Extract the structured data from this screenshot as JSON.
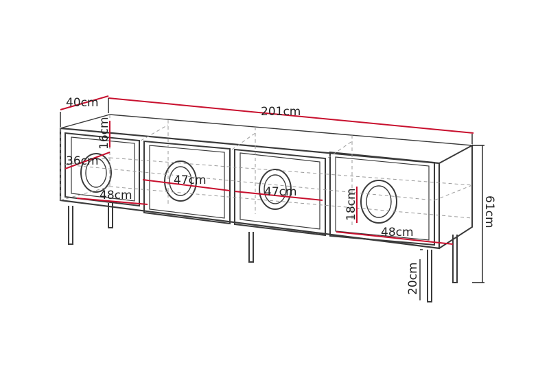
{
  "diagram": {
    "colors": {
      "outline": "#3a3a3a",
      "hidden_line": "#9a9a9a",
      "dimension": "#c8102e",
      "dimension_aux": "#222222",
      "background": "#ffffff"
    },
    "dimensions": {
      "depth": "40cm",
      "total_width": "201cm",
      "top_section_height": "16cm",
      "inner_depth": "36cm",
      "left_inner_width": "48cm",
      "door_2_width": "47cm",
      "door_3_width": "47cm",
      "right_door_height": "18cm",
      "right_inner_width": "48cm",
      "total_height": "61cm",
      "leg_height": "20cm"
    }
  }
}
